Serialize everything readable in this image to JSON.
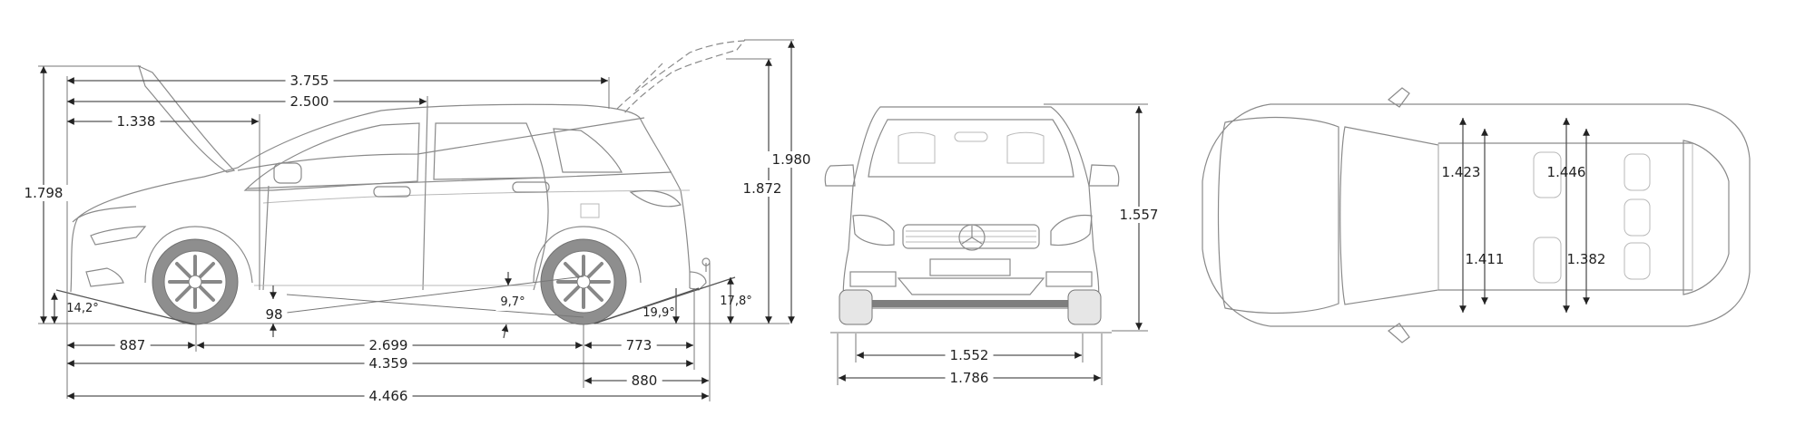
{
  "diagram": {
    "subject": "Compact MPV dimension drawing",
    "units_note": "",
    "views": [
      {
        "name": "side-view",
        "dimensions": {
          "hood_open_height": "1.798",
          "overall_length_to_liftgate": "3.755",
          "front_to_b_pillar": "2.500",
          "front_to_a_pillar": "1.338",
          "liftgate_open_height": "1.980",
          "liftgate_open_clearance": "1.872",
          "approach_angle": "14,2°",
          "ground_clearance": "98",
          "ramp_angle": "9,7°",
          "departure_angle": "19,9°",
          "departure_angle_tow_hitch": "17,8°",
          "front_overhang": "887",
          "wheelbase": "2.699",
          "rear_overhang": "773",
          "length_without_hitch": "4.359",
          "rear_overhang_with_hitch": "880",
          "length_with_hitch": "4.466"
        }
      },
      {
        "name": "front-view",
        "dimensions": {
          "height": "1.557",
          "track_front": "1.552",
          "width": "1.786"
        }
      },
      {
        "name": "top-view",
        "dimensions": {
          "front_shoulder_width": "1.423",
          "front_elbow_width": "1.411",
          "rear_shoulder_width": "1.446",
          "rear_elbow_width": "1.382"
        }
      }
    ]
  }
}
